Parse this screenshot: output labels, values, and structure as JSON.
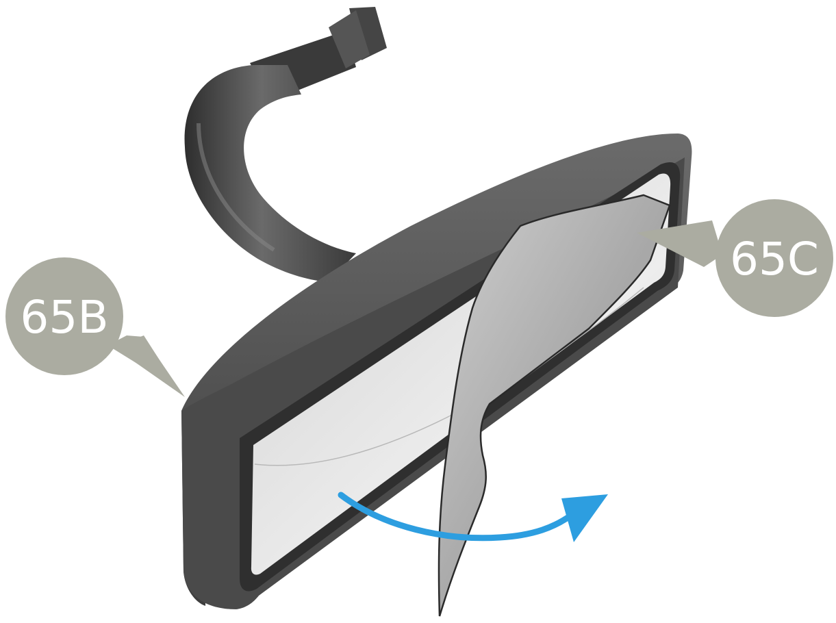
{
  "callouts": [
    {
      "id": "65B",
      "label": "65B",
      "target": "mirror-frame"
    },
    {
      "id": "65C",
      "label": "65C",
      "target": "mirror-glass"
    }
  ],
  "colors": {
    "callout_fill": "#abaca1",
    "callout_text": "#ffffff",
    "frame_dark": "#4a4a4a",
    "frame_mid": "#5c5c5c",
    "glass": "#dcdcdc",
    "film": "#b9b9b9",
    "arrow": "#2d9ee0"
  },
  "icons": {
    "peel_direction": "curved-arrow-right-icon"
  }
}
